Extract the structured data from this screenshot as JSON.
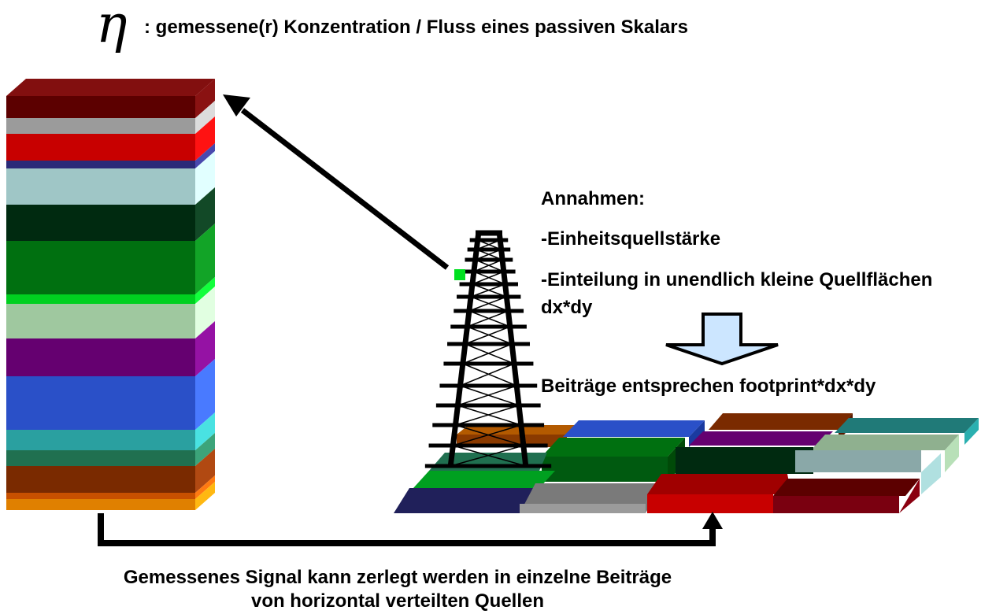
{
  "title": {
    "symbol": "η",
    "text": ": gemessene(r) Konzentration / Fluss eines passiven Skalars"
  },
  "assumptions": {
    "heading": "Annahmen:",
    "items": [
      "-Einheitsquellstärke",
      "-Einteilung in unendlich kleine Quellflächen",
      "dx*dy"
    ]
  },
  "result": "Beiträge entsprechen footprint*dx*dy",
  "caption": {
    "line1": "Gemessenes Signal kann zerlegt werden in einzelne Beiträge",
    "line2": "von horizontal verteilten Quellen"
  },
  "stack_layers": [
    {
      "color": "#5c0000"
    },
    {
      "color": "#9b9b9b"
    },
    {
      "color": "#c80000"
    },
    {
      "color": "#2a2a78"
    },
    {
      "color": "#9fc6c6"
    },
    {
      "color": "#002a10"
    },
    {
      "color": "#007010"
    },
    {
      "color": "#00d020"
    },
    {
      "color": "#9fc89f"
    },
    {
      "color": "#650070"
    },
    {
      "color": "#2a50c8"
    },
    {
      "color": "#2aa0a0"
    },
    {
      "color": "#207050"
    },
    {
      "color": "#7a2a00"
    },
    {
      "color": "#c85000"
    },
    {
      "color": "#e08000"
    }
  ],
  "colors": {
    "arrow": "#000000",
    "tower": "#000000",
    "sensor": "#00e020",
    "down_arrow_fill": "#cce6ff"
  }
}
